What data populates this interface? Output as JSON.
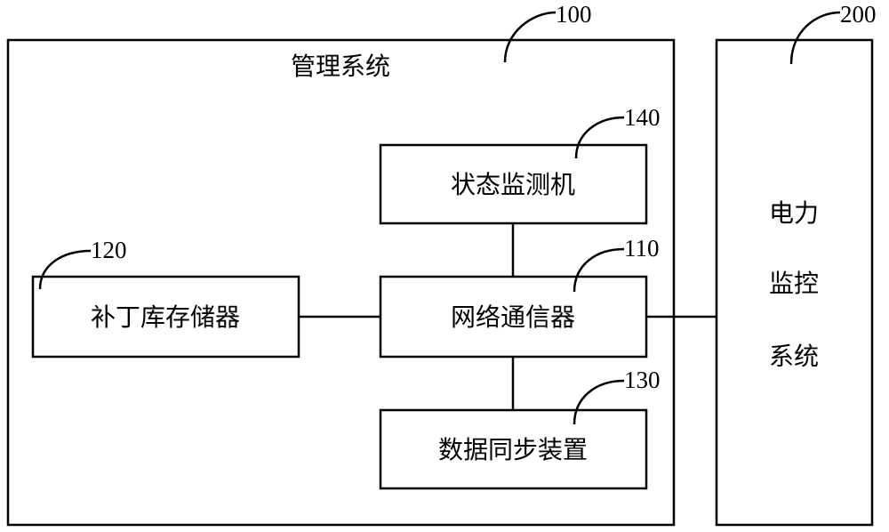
{
  "system": {
    "ref": "100",
    "title": "管理系统"
  },
  "external": {
    "ref": "200",
    "label_lines": [
      "电力",
      "监控",
      "系统"
    ]
  },
  "modules": {
    "monitor": {
      "ref": "140",
      "label": "状态监测机"
    },
    "network": {
      "ref": "110",
      "label": "网络通信器"
    },
    "patch": {
      "ref": "120",
      "label": "补丁库存储器"
    },
    "sync": {
      "ref": "130",
      "label": "数据同步装置"
    }
  }
}
